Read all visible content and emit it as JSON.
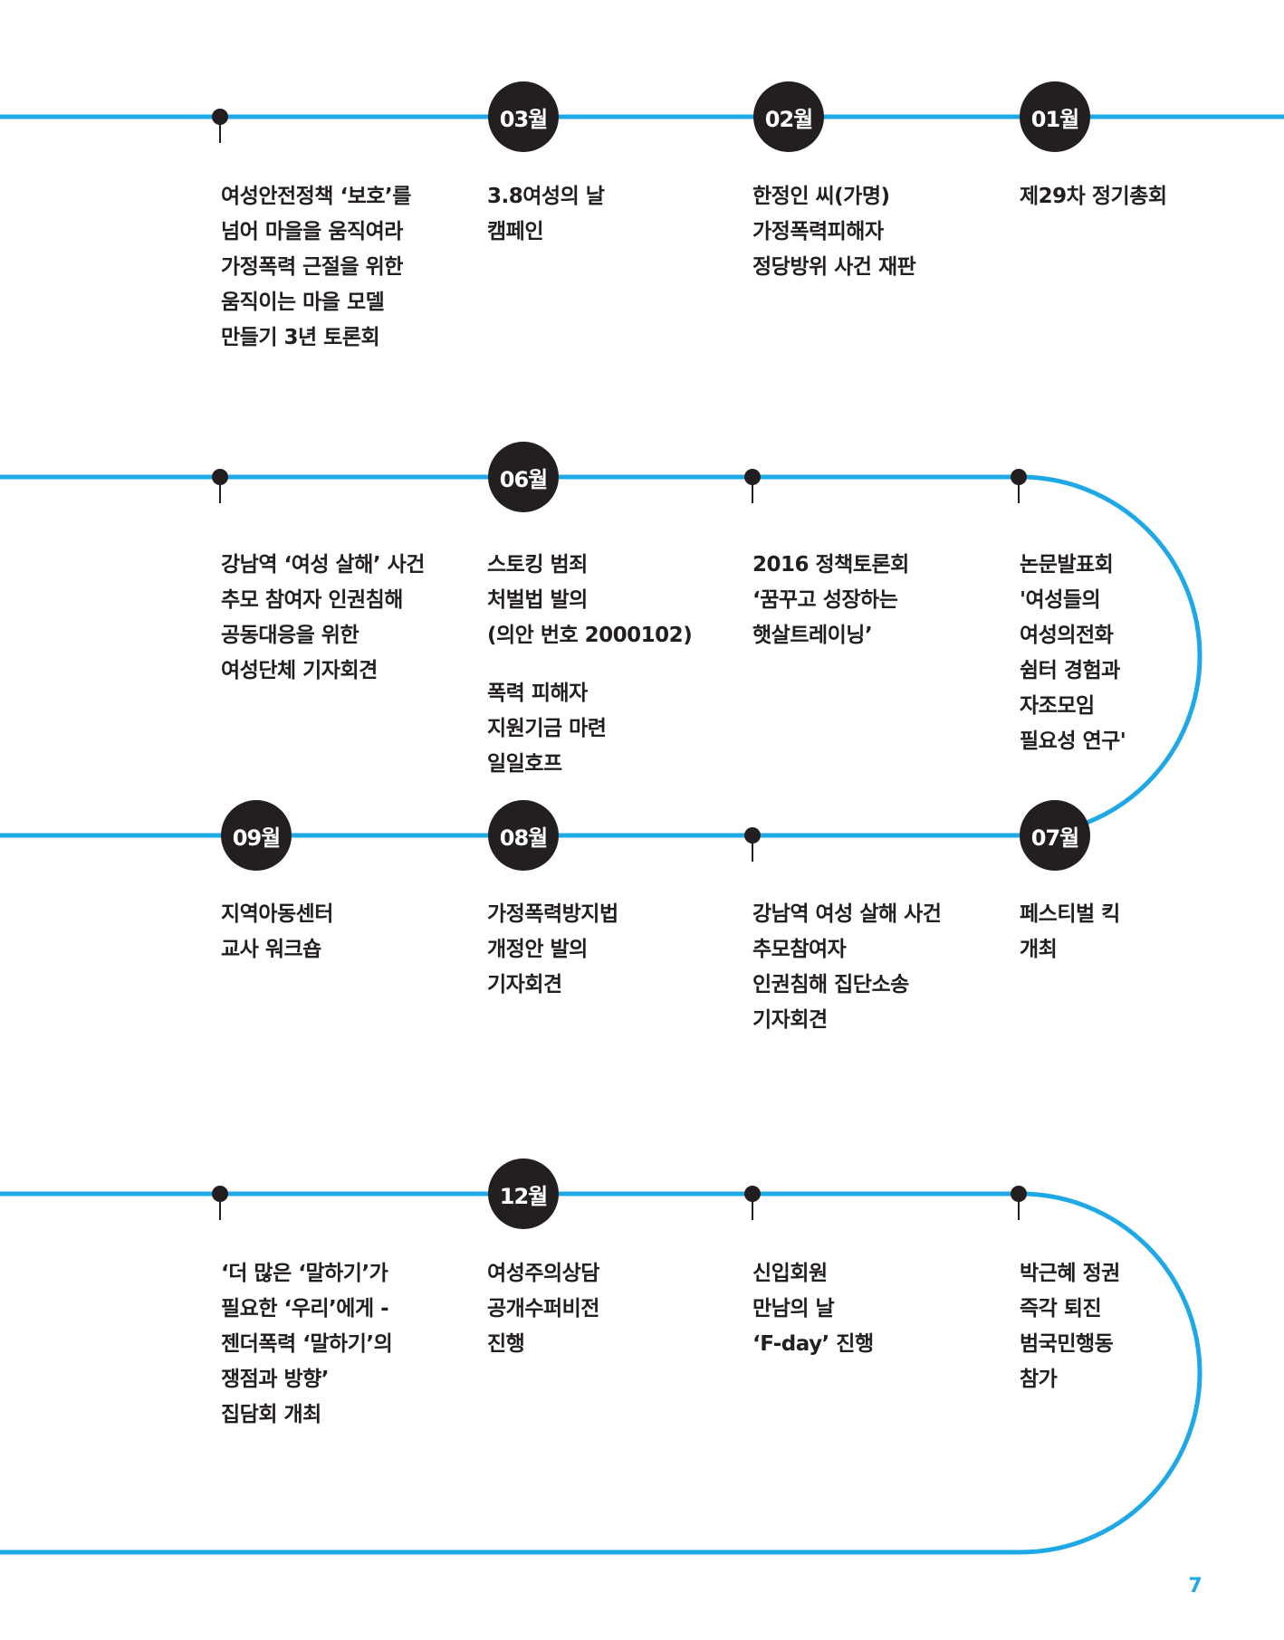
{
  "colors": {
    "line": "#1ea8e6",
    "dot": "#231f20",
    "badge": "#231f20",
    "badge_text": "#ffffff",
    "page_number": "#1ea8e6"
  },
  "months": {
    "m03": "03월",
    "m02": "02월",
    "m01": "01월",
    "m06": "06월",
    "m09": "09월",
    "m08": "08월",
    "m07": "07월",
    "m12": "12월"
  },
  "events": {
    "r1c1": [
      "여성안전정책 ‘보호’를",
      "넘어 마을을 움직여라",
      "가정폭력 근절을 위한",
      "움직이는 마을 모델",
      "만들기 3년 토론회"
    ],
    "r1c2": [
      "3.8여성의 날",
      "캠페인"
    ],
    "r1c3": [
      "한정인 씨(가명)",
      "가정폭력피해자",
      "정당방위 사건 재판"
    ],
    "r1c4": [
      "제29차 정기총회"
    ],
    "r2c1": [
      "강남역 ‘여성 살해’ 사건",
      "추모 참여자 인권침해",
      "공동대응을 위한",
      "여성단체 기자회견"
    ],
    "r2c2a": [
      "스토킹 범죄",
      "처벌법 발의",
      "(의안 번호 2000102)"
    ],
    "r2c2b": [
      "폭력 피해자",
      "지원기금 마련",
      "일일호프"
    ],
    "r2c3": [
      "2016 정책토론회",
      "‘꿈꾸고 성장하는",
      "햇살트레이닝’"
    ],
    "r2c4": [
      "논문발표회",
      "'여성들의",
      "여성의전화",
      "쉼터 경험과",
      "자조모임",
      "필요성 연구'"
    ],
    "r3c1": [
      "지역아동센터",
      "교사 워크숍"
    ],
    "r3c2": [
      "가정폭력방지법",
      "개정안 발의",
      "기자회견"
    ],
    "r3c3": [
      "강남역 여성 살해 사건",
      "추모참여자",
      "인권침해 집단소송",
      "기자회견"
    ],
    "r3c4": [
      "페스티벌 킥",
      "개최"
    ],
    "r4c1": [
      "‘더 많은 ‘말하기’가",
      "필요한 ‘우리’에게 -",
      "젠더폭력 ‘말하기’의",
      "쟁점과 방향’",
      "집담회 개최"
    ],
    "r4c2": [
      "여성주의상담",
      "공개수퍼비전",
      "진행"
    ],
    "r4c3": [
      "신입회원",
      "만남의 날",
      "‘F-day’ 진행"
    ],
    "r4c4": [
      "박근혜 정권",
      "즉각 퇴진",
      "범국민행동",
      "참가"
    ]
  },
  "page_number": "7"
}
